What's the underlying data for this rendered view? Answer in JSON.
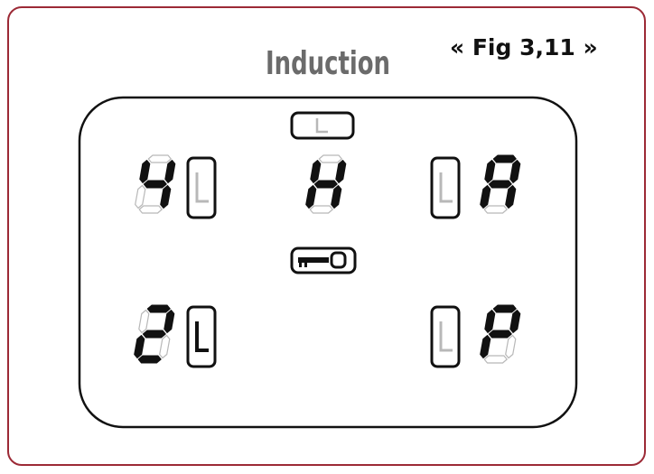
{
  "figure": {
    "label": "« Fig 3,11 »"
  },
  "panel": {
    "title": "Induction",
    "colors": {
      "frame": "#9c2a36",
      "ink": "#111111",
      "inactive": "#b8b8b8",
      "title": "#6b6b6b"
    },
    "top_indicator": {
      "symbol": "L",
      "state": "inactive"
    },
    "lock_icon": {
      "icon": "key-lock-icon",
      "state": "active"
    },
    "zones": [
      {
        "id": "rear-left",
        "digit": "4",
        "level_symbol": "L",
        "level_state": "inactive"
      },
      {
        "id": "center",
        "digit": "H"
      },
      {
        "id": "rear-right",
        "digit": "A",
        "level_symbol": "L",
        "level_state": "inactive"
      },
      {
        "id": "front-left",
        "digit": "2",
        "level_symbol": "L",
        "level_state": "active"
      },
      {
        "id": "front-right",
        "digit": "P",
        "level_symbol": "L",
        "level_state": "inactive"
      }
    ]
  }
}
